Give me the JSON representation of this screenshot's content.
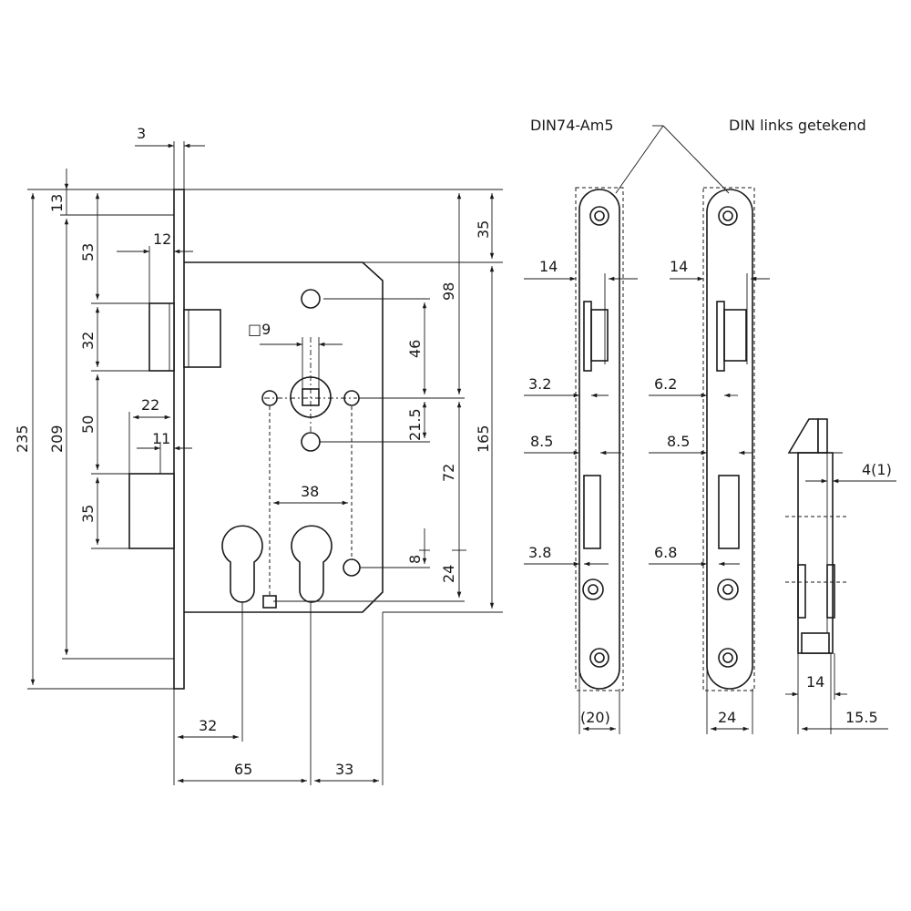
{
  "labels": {
    "din_standard": "DIN74-Am5",
    "din_note": "DIN links getekend",
    "square_spindle": "□9"
  },
  "dimensions": {
    "faceplate_thickness": "3",
    "top_offset": "13",
    "to_latch": "53",
    "latch_depth": "12",
    "latch_height": "32",
    "gap_latch_bolt": "50",
    "bolt_width": "22",
    "bolt_depth": "11",
    "bolt_height": "35",
    "total_height": "235",
    "faceplate_inner": "209",
    "case_top": "35",
    "to_follower": "98",
    "follower_zone": "46",
    "follower_offset": "21.5",
    "case_height": "165",
    "follower_to_cylinder": "72",
    "cylinder_small": "8",
    "cylinder_bottom": "24",
    "cylinder_spacing": "38",
    "backset_32": "32",
    "backset": "65",
    "right_part": "33",
    "plate_width_left": "14",
    "plate_width_right": "14",
    "latch_proj_left": "3.2",
    "latch_proj_right": "6.2",
    "bolt_proj_left": "8.5",
    "bolt_proj_right": "8.5",
    "bolt_gap_left": "3.8",
    "bolt_gap_right": "6.8",
    "faceplate_width_left": "(20)",
    "faceplate_width_right": "24",
    "side_thickness": "4(1)",
    "side_depth": "14",
    "side_total": "15.5"
  }
}
